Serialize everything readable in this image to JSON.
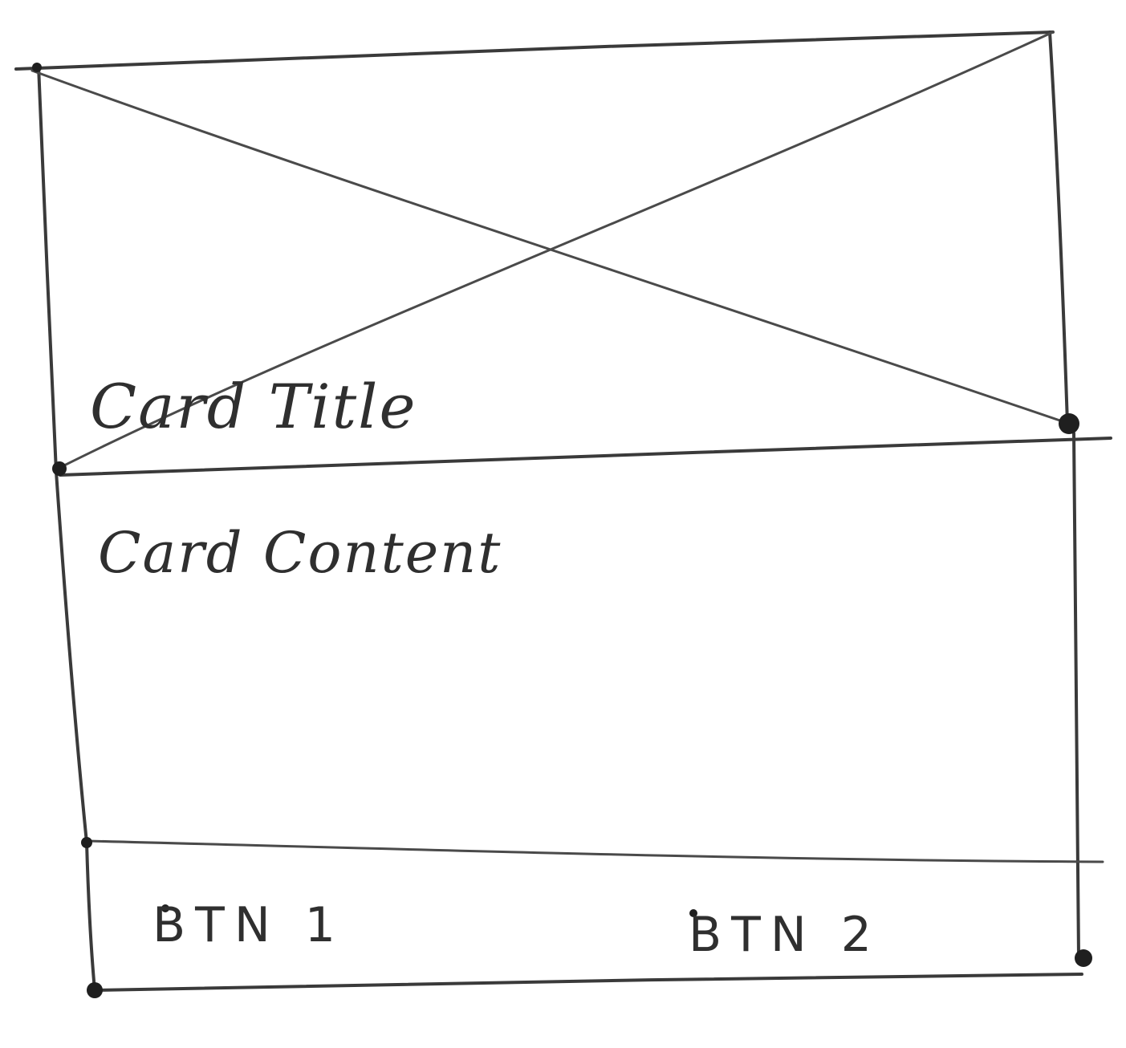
{
  "card": {
    "title": "Card Title",
    "content": "Card Content",
    "buttons": [
      {
        "label": "BTN 1"
      },
      {
        "label": "BTN 2"
      }
    ]
  },
  "colors": {
    "ink": "#3a3a3a",
    "paper": "#ffffff"
  }
}
